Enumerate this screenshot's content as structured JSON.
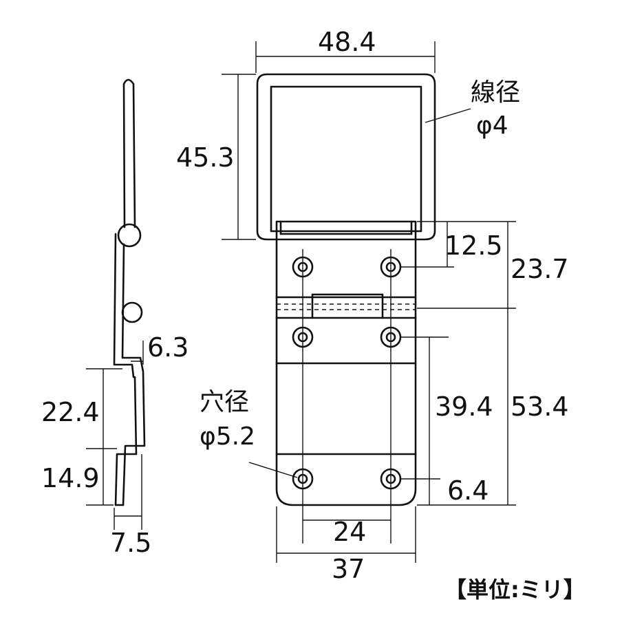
{
  "dimensions": {
    "ring_width": "48.4",
    "ring_height": "45.3",
    "hinge_to_hole": "12.5",
    "upper_plate": "23.7",
    "lower_plate_total": "53.4",
    "hole_pitch_vertical": "39.4",
    "hole_to_bottom": "6.4",
    "hole_pitch_horizontal": "24",
    "plate_width": "37",
    "side_offset": "6.3",
    "side_height_upper": "22.4",
    "side_height_lower": "14.9",
    "side_thickness": "7.5"
  },
  "notes": {
    "wire_label": "線径",
    "wire_value": "φ4",
    "hole_label": "穴径",
    "hole_value": "φ5.2",
    "unit": "【単位:ミリ】"
  }
}
